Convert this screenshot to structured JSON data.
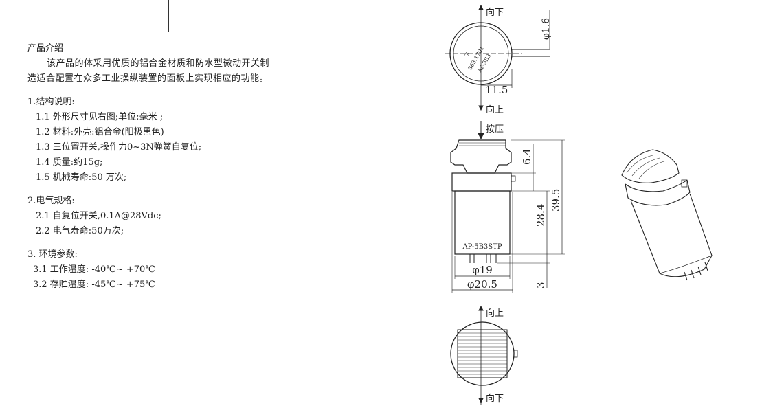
{
  "intro": {
    "title": "产品介绍",
    "paragraph": "该产品的体采用优质的铝合金材质和防水型微动开关制造适合配置在众多工业操纵装置的面板上实现相应的功能。"
  },
  "structure": {
    "title": "1.结构说明:",
    "items": [
      "1.1 外形尺寸见右图;单位:毫米 ;",
      "1.2 材料:外壳:铝合金(阳极黑色)",
      "1.3 三位置开关,操作力0~3N弹簧自复位;",
      "1.4 质量:约15g;",
      "1.5 机械寿命:50 万次;"
    ]
  },
  "electrical": {
    "title": "2.电气规格:",
    "items": [
      "2.1 自复位开关,0.1A@28Vdc;",
      "2.2 电气寿命:50万次;"
    ]
  },
  "environment": {
    "title": "3. 环境参数:",
    "items": [
      "3.1  工作温度: -40℃~ +70℃",
      "3.2  存贮温度: -45℃~ +75℃"
    ]
  },
  "drawing": {
    "top_view": {
      "dir_top": "向下",
      "dir_bottom": "向上",
      "dim_cable": "φ1.6",
      "dim_offset": "11.5",
      "label_lines": [
        "下",
        "363.1701",
        "AP-5B3"
      ]
    },
    "side_view": {
      "press_label": "按压",
      "model_label": "AP-5B3STP",
      "dim_cap": "6.4",
      "dim_body": "28.4",
      "dim_total": "39.5",
      "dim_pins": "3",
      "dim_inner_dia": "φ19",
      "dim_outer_dia": "φ20.5"
    },
    "bottom_view": {
      "dir_top": "向上",
      "dir_bottom": "向下"
    }
  }
}
